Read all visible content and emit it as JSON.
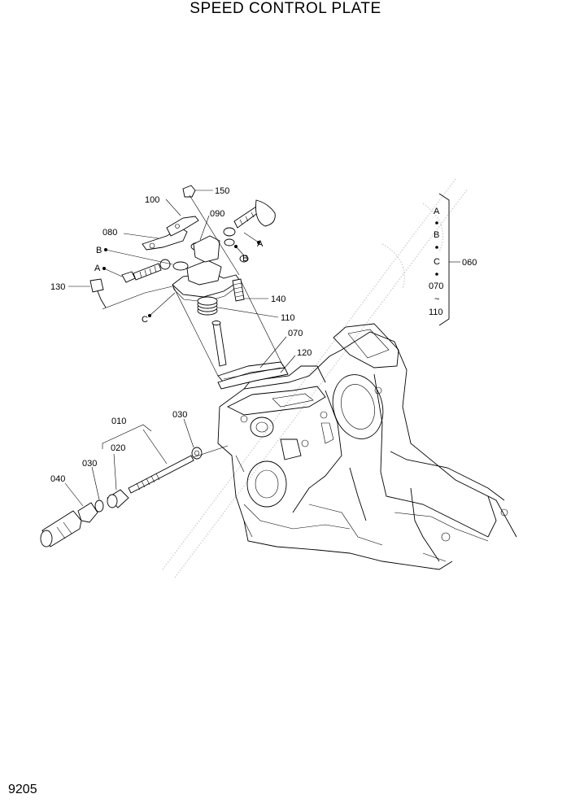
{
  "title": "SPEED CONTROL PLATE",
  "page_number": "9205",
  "callouts": {
    "c150": "150",
    "c100": "100",
    "c090": "090",
    "c080": "080",
    "cA1": "A",
    "cB1": "B",
    "cB2": "B",
    "cA2": "A",
    "c130": "130",
    "cC": "C",
    "c140": "140",
    "c110": "110",
    "c070": "070",
    "c120": "120",
    "c010": "010",
    "c030a": "030",
    "c020": "020",
    "c030b": "030",
    "c040": "040"
  },
  "legend": {
    "a": "A",
    "b": "B",
    "c": "C",
    "from": "070",
    "tilde": "~",
    "to": "110",
    "ref": "060"
  }
}
